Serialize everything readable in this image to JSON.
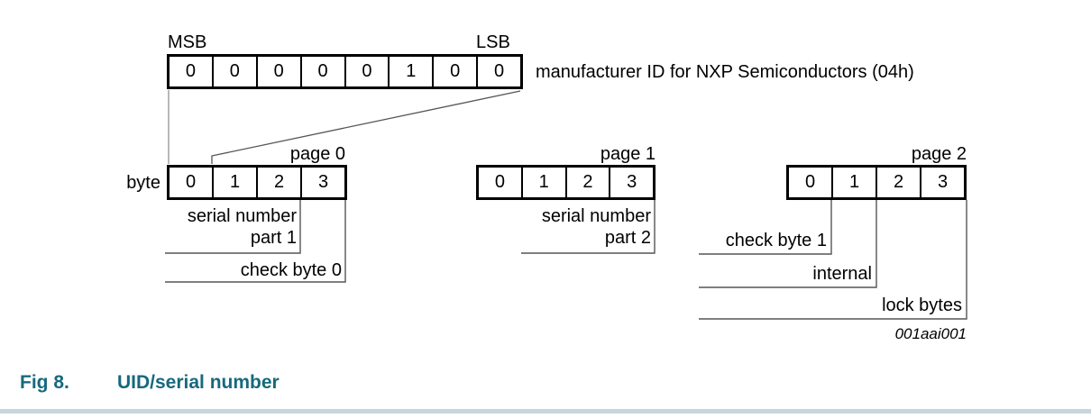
{
  "figure": {
    "id_label": "Fig 8.",
    "title": "UID/serial number",
    "watermark": "001aai001",
    "accent_color": "#17697d",
    "footer_bar_color": "#c7d6de"
  },
  "top_register": {
    "msb_label": "MSB",
    "lsb_label": "LSB",
    "bits": [
      "0",
      "0",
      "0",
      "0",
      "0",
      "1",
      "0",
      "0"
    ],
    "description": "manufacturer ID for NXP Semiconductors (04h)"
  },
  "byte_row_label": "byte",
  "pages": [
    {
      "label": "page 0",
      "cells": [
        "0",
        "1",
        "2",
        "3"
      ],
      "annotations": [
        {
          "line1": "serial number",
          "line2": "part 1"
        },
        {
          "line1": "check byte 0",
          "line2": ""
        }
      ]
    },
    {
      "label": "page 1",
      "cells": [
        "0",
        "1",
        "2",
        "3"
      ],
      "annotations": [
        {
          "line1": "serial number",
          "line2": "part 2"
        }
      ]
    },
    {
      "label": "page 2",
      "cells": [
        "0",
        "1",
        "2",
        "3"
      ],
      "annotations": [
        {
          "line1": "check byte 1",
          "line2": ""
        },
        {
          "line1": "internal",
          "line2": ""
        },
        {
          "line1": "lock bytes",
          "line2": ""
        }
      ]
    }
  ]
}
